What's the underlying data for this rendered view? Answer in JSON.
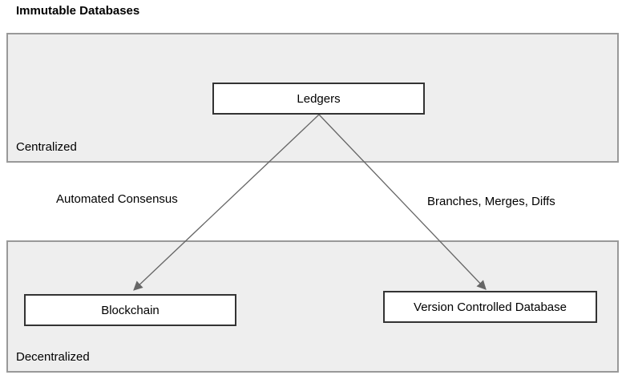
{
  "title": "Immutable Databases",
  "diagram": {
    "containers": [
      {
        "id": "centralized",
        "label": "Centralized"
      },
      {
        "id": "decentralized",
        "label": "Decentralized"
      }
    ],
    "nodes": [
      {
        "id": "ledgers",
        "label": "Ledgers"
      },
      {
        "id": "blockchain",
        "label": "Blockchain"
      },
      {
        "id": "vcdb",
        "label": "Version Controlled Database"
      }
    ],
    "edges": [
      {
        "from": "ledgers",
        "to": "blockchain",
        "label": "Automated Consensus"
      },
      {
        "from": "ledgers",
        "to": "vcdb",
        "label": "Branches, Merges, Diffs"
      }
    ],
    "colors": {
      "container_fill": "#eeeeee",
      "container_border": "#999999",
      "node_fill": "#ffffff",
      "node_border": "#333333",
      "arrow": "#666666",
      "text": "#000000"
    }
  }
}
